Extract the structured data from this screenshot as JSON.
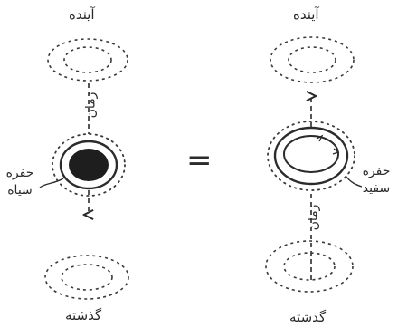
{
  "left_panel": {
    "future_label": "آینده",
    "past_label": "گذشته",
    "time_label": "زمان",
    "hole_label_line1": "حفره",
    "hole_label_line2": "سیاه"
  },
  "right_panel": {
    "future_label": "آینده",
    "past_label": "گذشته",
    "time_label": "زمان",
    "hole_label_line1": "حفره",
    "hole_label_line2": "سفید"
  },
  "equals_sign": "=",
  "colors": {
    "ink": "#2b2b2b",
    "black_hole_fill": "#1e1e1e",
    "dotted": "#3a3a3a"
  }
}
